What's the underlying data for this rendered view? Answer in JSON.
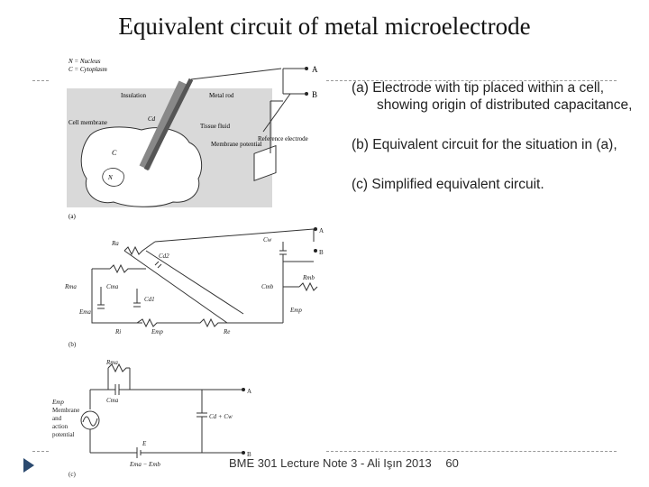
{
  "title": "Equivalent circuit of metal microelectrode",
  "bullets": [
    {
      "label": "(a)",
      "text": "Electrode with tip placed within a cell, showing origin of distributed capacitance,"
    },
    {
      "label": "(b)",
      "text": "Equivalent circuit for the situation in (a),"
    },
    {
      "label": "(c)",
      "text": "Simplified equivalent circuit."
    }
  ],
  "footer": {
    "note": "BME 301 Lecture Note 3 - Ali Işın 2013",
    "page": "60"
  },
  "figure": {
    "panel_a": {
      "legend_n": "N = Nucleus",
      "legend_c": "C = Cytoplasm",
      "insulation": "Insulation",
      "metal_rod": "Metal rod",
      "cd": "Cd",
      "tissue_fluid": "Tissue fluid",
      "cell_membrane": "Cell membrane",
      "membrane_potential": "Membrane potential",
      "reference_electrode": "Reference electrode",
      "cytoplasm": "C",
      "nucleus": "N",
      "terminal_a": "A",
      "terminal_b": "B",
      "caption": "(a)"
    },
    "panel_b": {
      "ra": "Ra",
      "cd2": "Cd2",
      "cw": "Cw",
      "rma": "Rma",
      "cma": "Cma",
      "cd1": "Cd1",
      "ema": "Ema",
      "ri": "Ri",
      "emp": "Emp",
      "re": "Re",
      "cmb": "Cmb",
      "rmb": "Rmb",
      "emp2": "Emp",
      "terminal_a": "A",
      "terminal_b": "B",
      "caption": "(b)"
    },
    "panel_c": {
      "rma": "Rma",
      "cma": "Cma",
      "emp": "Emp",
      "membrane": "Membrane",
      "and": "and",
      "action": "action",
      "potential": "potential",
      "cd_cw": "Cd + Cw",
      "e": "E",
      "ema_emb": "Ema − Emb",
      "terminal_a": "A",
      "terminal_b": "B",
      "caption": "(c)"
    }
  }
}
